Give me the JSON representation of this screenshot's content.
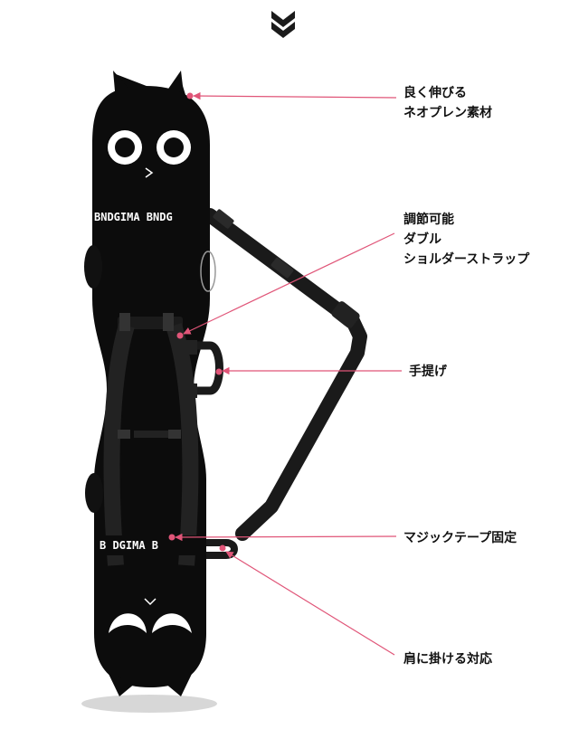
{
  "brand": {
    "print_top": "BNDGIMA  BNDG",
    "print_bottom": "B   DGIMA  B"
  },
  "callouts": {
    "neoprene": [
      "良く伸びる",
      "ネオプレン素材"
    ],
    "strap": [
      "調節可能",
      "ダブル",
      "ショルダーストラップ"
    ],
    "handle": [
      "手提げ"
    ],
    "velcro": [
      "マジックテープ固定"
    ],
    "shoulder": [
      "肩に掛ける対応"
    ]
  },
  "colors": {
    "accent": "#e05578",
    "bag": "#0c0c0c",
    "strap": "#1a1a1a"
  },
  "icons": {
    "top_marker": "double-chevron-down-icon"
  }
}
